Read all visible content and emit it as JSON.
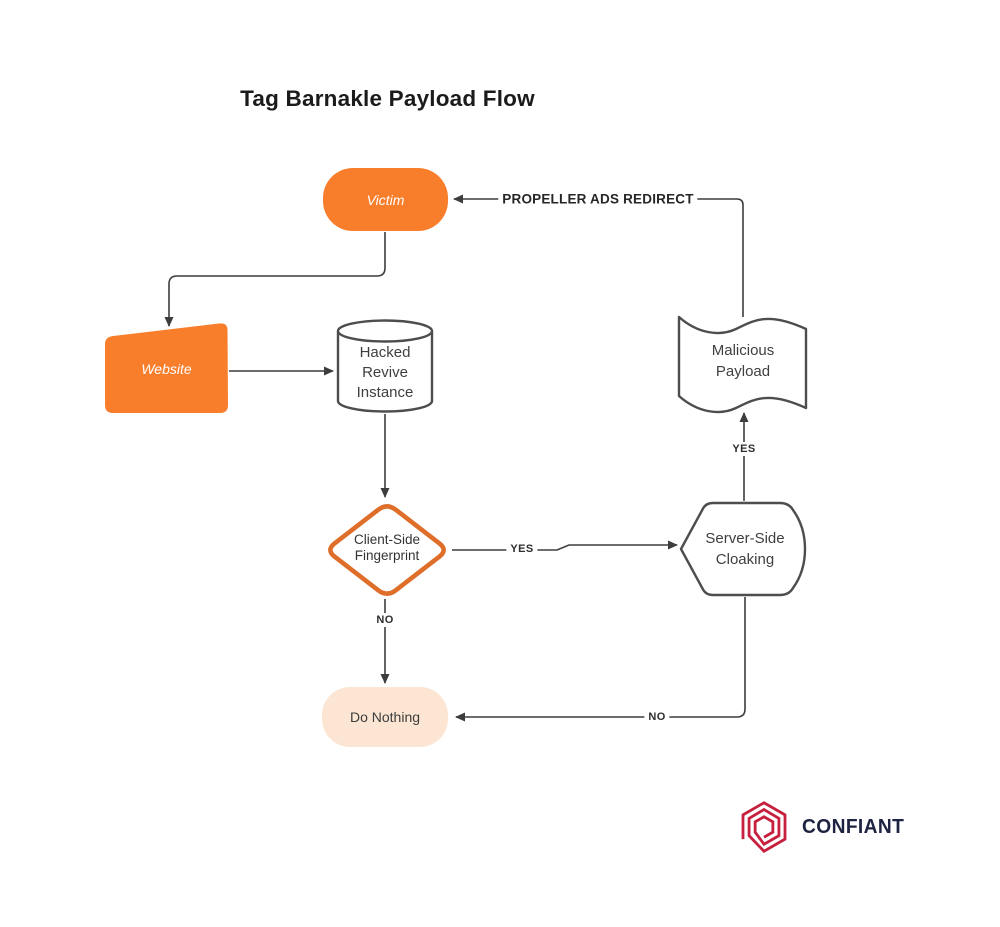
{
  "title": "Tag Barnakle Payload Flow",
  "diagram": {
    "nodes": {
      "victim": {
        "label": "Victim",
        "shape": "rounded-rectangle",
        "fill": "#F87E2C"
      },
      "website": {
        "label": "Website",
        "shape": "manual-input",
        "fill": "#F87E2C"
      },
      "revive": {
        "label": "Hacked\nRevive\nInstance",
        "shape": "database-cylinder",
        "fill": "#FFFFFF"
      },
      "fingerprint": {
        "label": "Client-Side\nFingerprint",
        "shape": "decision-diamond",
        "fill": "#FFFFFF"
      },
      "cloaking": {
        "label": "Server-Side\nCloaking",
        "shape": "display-hexagon",
        "fill": "#FFFFFF"
      },
      "payload": {
        "label": "Malicious\nPayload",
        "shape": "wave-document",
        "fill": "#FFFFFF"
      },
      "do_nothing": {
        "label": "Do Nothing",
        "shape": "rounded-rectangle",
        "fill": "#FCE6D3"
      }
    },
    "edges": {
      "propeller_redirect": {
        "label": "PROPELLER ADS REDIRECT"
      },
      "fingerprint_to_cloaking": {
        "label": "YES"
      },
      "cloaking_to_payload": {
        "label": "YES"
      },
      "fingerprint_to_do_nothing": {
        "label": "NO"
      },
      "cloaking_to_do_nothing": {
        "label": "NO"
      }
    }
  },
  "branding": {
    "name": "CONFIANT",
    "logo_icon": "confiant-hex-spiral-icon",
    "logo_color": "#C7203F",
    "name_color": "#1E2342"
  },
  "colors": {
    "accent_orange": "#F87E2C",
    "diamond_border": "#DE6E29",
    "do_nothing_fill": "#FCE6D3",
    "shape_border": "#4D4D4D",
    "connector": "#3D3D3D",
    "text_dark": "#333333",
    "logo_red": "#C7203F",
    "brand_navy": "#1E2342"
  }
}
